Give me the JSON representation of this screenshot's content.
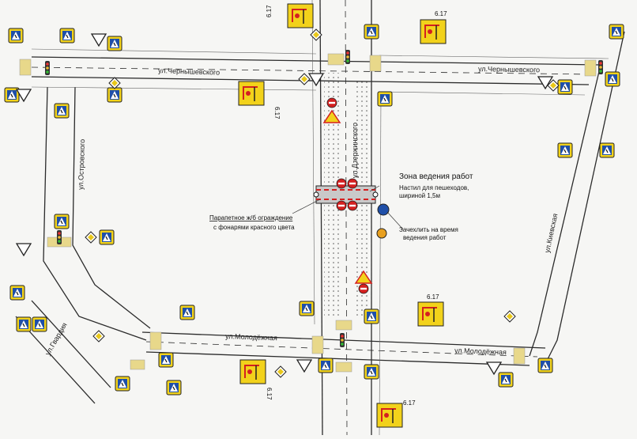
{
  "streets": {
    "chernyshevskogo_west": "ул.Чернышевского",
    "chernyshevskogo_east": "ул.Чернышевского",
    "ostrovskogo": "ул.Островского",
    "dzerzhinskogo": "ул.Дзержинского",
    "kievskaya": "ул.Киевская",
    "molodezhnaya_west": "ул.Молодёжная",
    "molodezhnaya_east": "ул.Молодёжная",
    "gvardiya": "ул.Гвардия"
  },
  "annotations": {
    "work_zone_title": "Зона ведения работ",
    "walkway_line1": "Настил для пешеходов,",
    "walkway_line2": "шириной 1,5м",
    "fence_line1": "Парапетное ж/б ограждение",
    "fence_line2": "с фонарями красного цвета",
    "hatch_line1": "Зачехлить на время",
    "hatch_line2": "ведения работ"
  },
  "sign_codes": {
    "detour": "6.17"
  },
  "colors": {
    "road": "#ffffff",
    "road_edge": "#2b2b2b",
    "sign_yellow": "#f2d21b",
    "sign_blue": "#1f4fa8",
    "sign_red": "#d42020",
    "crosswalk": "#e8d88a",
    "work_zone": "#c9c9c9"
  },
  "icons": [
    "pedestrian-crossing-sign-icon",
    "traffic-light-icon",
    "detour-scheme-sign-icon",
    "no-entry-sign-icon",
    "road-works-sign-icon",
    "give-way-sign-icon",
    "priority-road-sign-icon"
  ]
}
